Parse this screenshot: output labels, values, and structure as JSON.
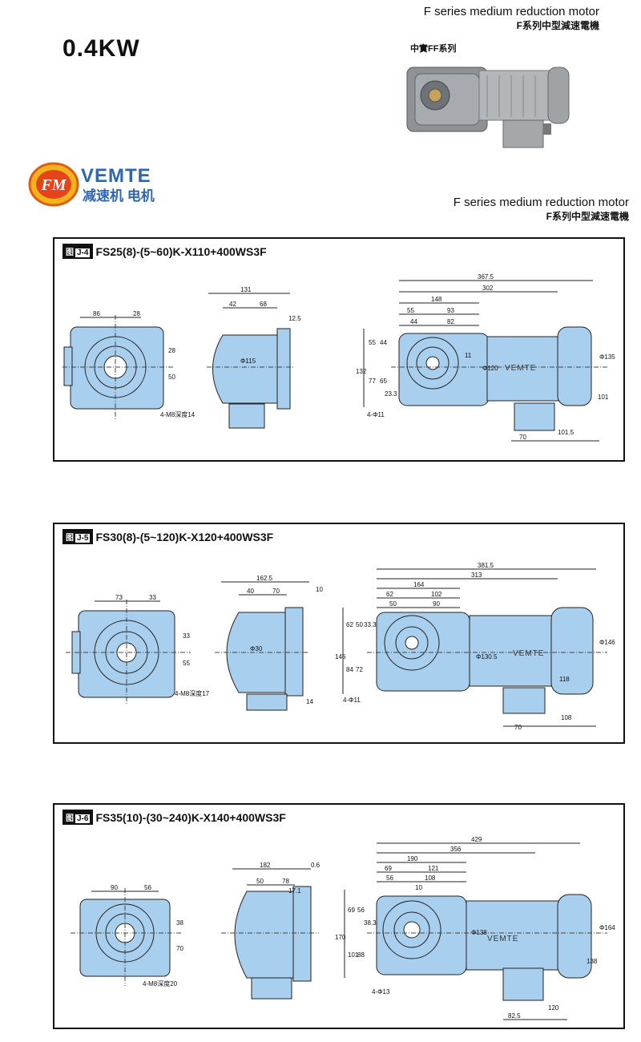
{
  "power": "0.4KW",
  "header_top": {
    "en": "F series medium reduction motor",
    "cn": "F系列中型減速電機"
  },
  "header_mid": {
    "en": "F series medium reduction motor",
    "cn": "F系列中型減速電機"
  },
  "series_label": "中實FF系列",
  "logo": {
    "mark": "FM",
    "name": "VEMTE",
    "tagline": "减速机 电机"
  },
  "colors": {
    "part_fill": "#a9cfee",
    "part_stroke": "#222222",
    "panel_border": "#111111"
  },
  "panels": [
    {
      "badge_prefix": "图",
      "badge_code": "J-4",
      "title": "FS25(8)-(5~60)K-X110+400WS3F",
      "front": {
        "w1": "86",
        "w2": "28",
        "h1": "28",
        "h2": "50",
        "note": "4-M8深度14"
      },
      "side": {
        "w": "131",
        "w1": "42",
        "w2": "68",
        "off": "12.5",
        "dia": "Φ115"
      },
      "main": {
        "total": "367.5",
        "d2": "302",
        "d3": "148",
        "d4": "55",
        "d5": "93",
        "d6": "44",
        "d7": "82",
        "h1": "132",
        "h2": "55",
        "h3": "44",
        "h4": "77",
        "h5": "65",
        "h6": "23.3",
        "h7": "11",
        "shaft": "Φ120",
        "motor": "Φ135",
        "h8": "101",
        "b1": "70",
        "b2": "101.5",
        "holes": "4-Φ11",
        "brand": "VEMTE"
      }
    },
    {
      "badge_prefix": "图",
      "badge_code": "J-5",
      "title": "FS30(8)-(5~120)K-X120+400WS3F",
      "front": {
        "w1": "73",
        "w2": "33",
        "h1": "33",
        "h2": "55",
        "note": "4-M8深度17"
      },
      "side": {
        "w": "162.5",
        "w1": "40",
        "w2": "70",
        "off": "10",
        "dia": "Φ30",
        "b": "14"
      },
      "main": {
        "total": "381.5",
        "d2": "313",
        "d3": "164",
        "d4": "62",
        "d5": "102",
        "d6": "50",
        "d7": "90",
        "h1": "146",
        "h2": "62",
        "h3": "50",
        "h4": "84",
        "h5": "72",
        "h6": "33.3",
        "shaft": "Φ130.5",
        "motor": "Φ146",
        "h8": "118",
        "b1": "70",
        "b2": "108",
        "holes": "4-Φ11",
        "brand": "VEMTE"
      }
    },
    {
      "badge_prefix": "图",
      "badge_code": "J-6",
      "title": "FS35(10)-(30~240)K-X140+400WS3F",
      "front": {
        "w1": "90",
        "w2": "56",
        "h1": "38",
        "h2": "70",
        "note": "4-M8深度20"
      },
      "side": {
        "w": "182",
        "w1": "50",
        "w2": "78",
        "off": "0.6",
        "off2": "17.1"
      },
      "main": {
        "total": "429",
        "d2": "356",
        "d3": "190",
        "d4": "69",
        "d5": "121",
        "d6": "56",
        "d7": "108",
        "d8": "10",
        "h1": "170",
        "h2": "69",
        "h3": "56",
        "h4": "101",
        "h5": "88",
        "h6": "38.3",
        "shaft": "Φ138",
        "motor": "Φ164",
        "h8": "138",
        "b1": "82.5",
        "b2": "120",
        "holes": "4-Φ13",
        "brand": "VEMTE"
      }
    }
  ]
}
